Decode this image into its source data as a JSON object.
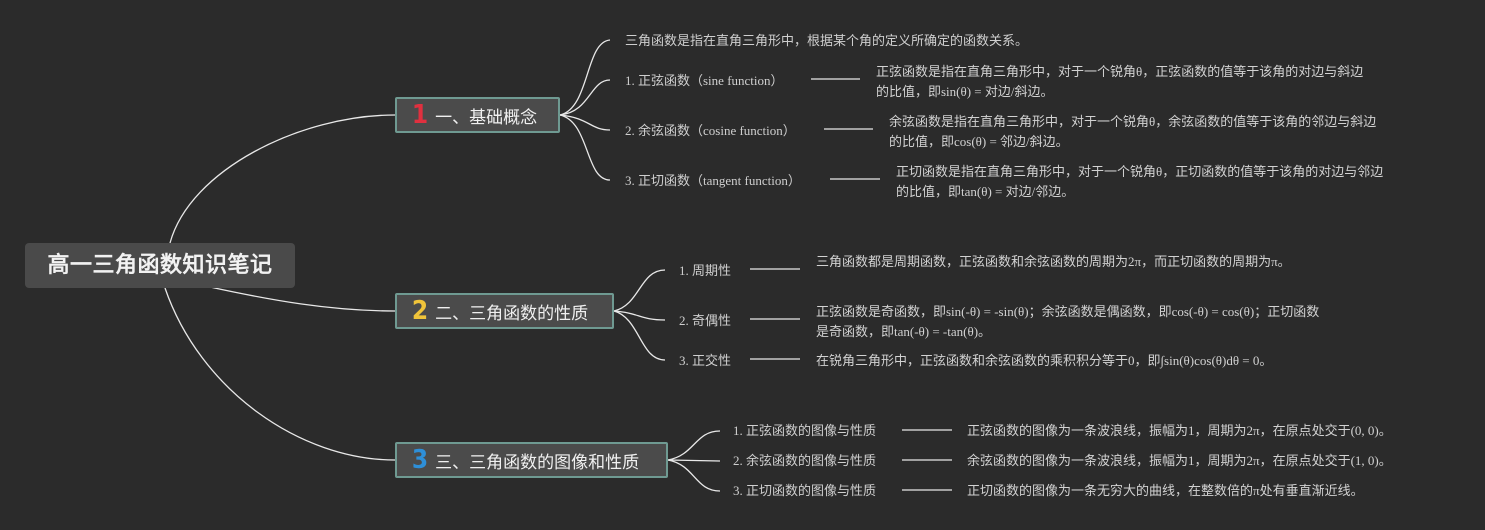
{
  "root": {
    "title": "高一三角函数知识笔记"
  },
  "branches": [
    {
      "number": "1",
      "number_color": "#e0303f",
      "label": "一、基础概念",
      "intro": "三角函数是指在直角三角形中，根据某个角的定义所确定的函数关系。",
      "items": [
        {
          "label": "1. 正弦函数（sine function）",
          "detail": "正弦函数是指在直角三角形中，对于一个锐角θ，正弦函数的值等于该角的对边与斜边的比值，即sin(θ) = 对边/斜边。"
        },
        {
          "label": "2. 余弦函数（cosine function）",
          "detail": "余弦函数是指在直角三角形中，对于一个锐角θ，余弦函数的值等于该角的邻边与斜边的比值，即cos(θ) = 邻边/斜边。"
        },
        {
          "label": "3. 正切函数（tangent function）",
          "detail": "正切函数是指在直角三角形中，对于一个锐角θ，正切函数的值等于该角的对边与邻边的比值，即tan(θ) = 对边/邻边。"
        }
      ]
    },
    {
      "number": "2",
      "number_color": "#f0c43a",
      "label": "二、三角函数的性质",
      "items": [
        {
          "label": "1. 周期性",
          "detail": "三角函数都是周期函数，正弦函数和余弦函数的周期为2π，而正切函数的周期为π。"
        },
        {
          "label": "2. 奇偶性",
          "detail": "正弦函数是奇函数，即sin(-θ) = -sin(θ)；余弦函数是偶函数，即cos(-θ) = cos(θ)；正切函数是奇函数，即tan(-θ) = -tan(θ)。"
        },
        {
          "label": "3. 正交性",
          "detail": "在锐角三角形中，正弦函数和余弦函数的乘积积分等于0，即∫sin(θ)cos(θ)dθ = 0。"
        }
      ]
    },
    {
      "number": "3",
      "number_color": "#2e8fd8",
      "label": "三、三角函数的图像和性质",
      "items": [
        {
          "label": "1. 正弦函数的图像与性质",
          "detail": "正弦函数的图像为一条波浪线，振幅为1，周期为2π，在原点处交于(0, 0)。"
        },
        {
          "label": "2. 余弦函数的图像与性质",
          "detail": "余弦函数的图像为一条波浪线，振幅为1，周期为2π，在原点处交于(1, 0)。"
        },
        {
          "label": "3. 正切函数的图像与性质",
          "detail": "正切函数的图像为一条无穷大的曲线，在整数倍的π处有垂直渐近线。"
        }
      ]
    }
  ]
}
